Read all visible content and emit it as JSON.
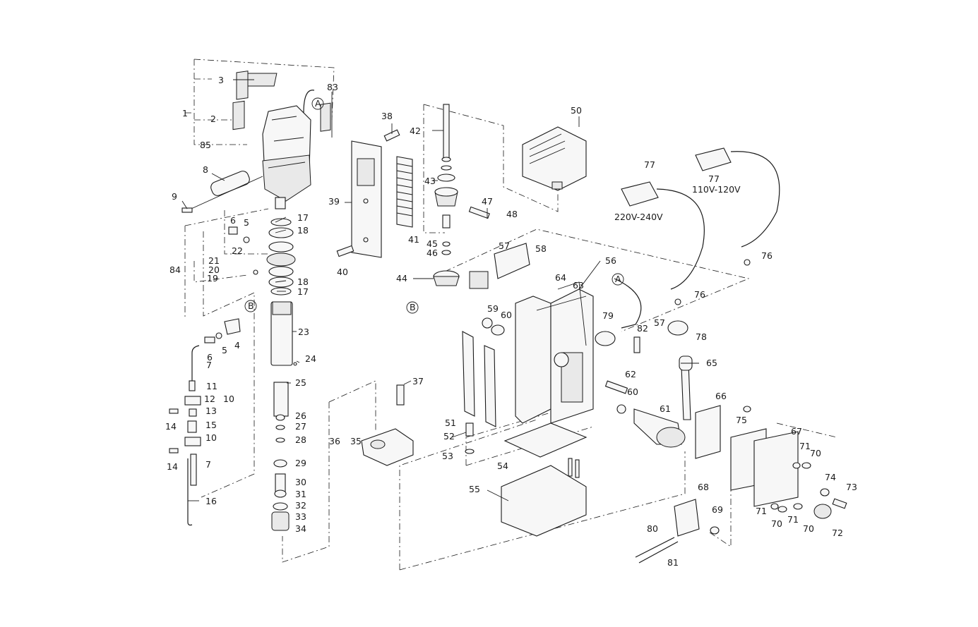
{
  "callouts": [
    {
      "id": "c3",
      "label": "3"
    },
    {
      "id": "c83",
      "label": "83"
    },
    {
      "id": "cA1",
      "label": "A"
    },
    {
      "id": "c1",
      "label": "1"
    },
    {
      "id": "c2",
      "label": "2"
    },
    {
      "id": "c85",
      "label": "85"
    },
    {
      "id": "c8",
      "label": "8"
    },
    {
      "id": "c9",
      "label": "9"
    },
    {
      "id": "c6a",
      "label": "6"
    },
    {
      "id": "c5a",
      "label": "5"
    },
    {
      "id": "c17a",
      "label": "17"
    },
    {
      "id": "c18a",
      "label": "18"
    },
    {
      "id": "c22",
      "label": "22"
    },
    {
      "id": "c21",
      "label": "21"
    },
    {
      "id": "c84",
      "label": "84"
    },
    {
      "id": "c20",
      "label": "20"
    },
    {
      "id": "c19",
      "label": "19"
    },
    {
      "id": "c18b",
      "label": "18"
    },
    {
      "id": "c17b",
      "label": "17"
    },
    {
      "id": "cB1",
      "label": "B"
    },
    {
      "id": "c23",
      "label": "23"
    },
    {
      "id": "c4",
      "label": "4"
    },
    {
      "id": "c5b",
      "label": "5"
    },
    {
      "id": "c6b",
      "label": "6"
    },
    {
      "id": "c24",
      "label": "24"
    },
    {
      "id": "c7a",
      "label": "7"
    },
    {
      "id": "c25",
      "label": "25"
    },
    {
      "id": "c11",
      "label": "11"
    },
    {
      "id": "c12",
      "label": "12"
    },
    {
      "id": "c10a",
      "label": "10"
    },
    {
      "id": "c13",
      "label": "13"
    },
    {
      "id": "c14a",
      "label": "14"
    },
    {
      "id": "c15",
      "label": "15"
    },
    {
      "id": "c26",
      "label": "26"
    },
    {
      "id": "c27",
      "label": "27"
    },
    {
      "id": "c28",
      "label": "28"
    },
    {
      "id": "c10b",
      "label": "10"
    },
    {
      "id": "c14b",
      "label": "14"
    },
    {
      "id": "c7b",
      "label": "7"
    },
    {
      "id": "c29",
      "label": "29"
    },
    {
      "id": "c30",
      "label": "30"
    },
    {
      "id": "c31",
      "label": "31"
    },
    {
      "id": "c16",
      "label": "16"
    },
    {
      "id": "c32",
      "label": "32"
    },
    {
      "id": "c33",
      "label": "33"
    },
    {
      "id": "c34",
      "label": "34"
    },
    {
      "id": "c38",
      "label": "38"
    },
    {
      "id": "c39",
      "label": "39"
    },
    {
      "id": "c41",
      "label": "41"
    },
    {
      "id": "c40",
      "label": "40"
    },
    {
      "id": "c37",
      "label": "37"
    },
    {
      "id": "c36",
      "label": "36"
    },
    {
      "id": "c35",
      "label": "35"
    },
    {
      "id": "c42",
      "label": "42"
    },
    {
      "id": "c43",
      "label": "43"
    },
    {
      "id": "c45",
      "label": "45"
    },
    {
      "id": "c46",
      "label": "46"
    },
    {
      "id": "c44",
      "label": "44"
    },
    {
      "id": "cB2",
      "label": "B"
    },
    {
      "id": "c47",
      "label": "47"
    },
    {
      "id": "c48",
      "label": "48"
    },
    {
      "id": "c50",
      "label": "50"
    },
    {
      "id": "c57a",
      "label": "57"
    },
    {
      "id": "c58",
      "label": "58"
    },
    {
      "id": "c56",
      "label": "56"
    },
    {
      "id": "c64",
      "label": "64"
    },
    {
      "id": "c63",
      "label": "63"
    },
    {
      "id": "cA2",
      "label": "A"
    },
    {
      "id": "c59",
      "label": "59"
    },
    {
      "id": "c60a",
      "label": "60"
    },
    {
      "id": "c79",
      "label": "79"
    },
    {
      "id": "c82",
      "label": "82"
    },
    {
      "id": "c57b",
      "label": "57"
    },
    {
      "id": "c78",
      "label": "78"
    },
    {
      "id": "c77a",
      "label": "77"
    },
    {
      "id": "c220",
      "label": "220V-240V"
    },
    {
      "id": "c77b",
      "label": "77"
    },
    {
      "id": "c110",
      "label": "110V-120V"
    },
    {
      "id": "c76a",
      "label": "76"
    },
    {
      "id": "c76b",
      "label": "76"
    },
    {
      "id": "c65",
      "label": "65"
    },
    {
      "id": "c62",
      "label": "62"
    },
    {
      "id": "c60b",
      "label": "60"
    },
    {
      "id": "c61",
      "label": "61"
    },
    {
      "id": "c51",
      "label": "51"
    },
    {
      "id": "c52",
      "label": "52"
    },
    {
      "id": "c53",
      "label": "53"
    },
    {
      "id": "c54",
      "label": "54"
    },
    {
      "id": "c55",
      "label": "55"
    },
    {
      "id": "c66",
      "label": "66"
    },
    {
      "id": "c75",
      "label": "75"
    },
    {
      "id": "c67",
      "label": "67"
    },
    {
      "id": "c71a",
      "label": "71"
    },
    {
      "id": "c70a",
      "label": "70"
    },
    {
      "id": "c74",
      "label": "74"
    },
    {
      "id": "c73",
      "label": "73"
    },
    {
      "id": "c71b",
      "label": "71"
    },
    {
      "id": "c70b",
      "label": "70"
    },
    {
      "id": "c71c",
      "label": "71"
    },
    {
      "id": "c70c",
      "label": "70"
    },
    {
      "id": "c72",
      "label": "72"
    },
    {
      "id": "c68",
      "label": "68"
    },
    {
      "id": "c69",
      "label": "69"
    },
    {
      "id": "c80",
      "label": "80"
    },
    {
      "id": "c81",
      "label": "81"
    }
  ]
}
